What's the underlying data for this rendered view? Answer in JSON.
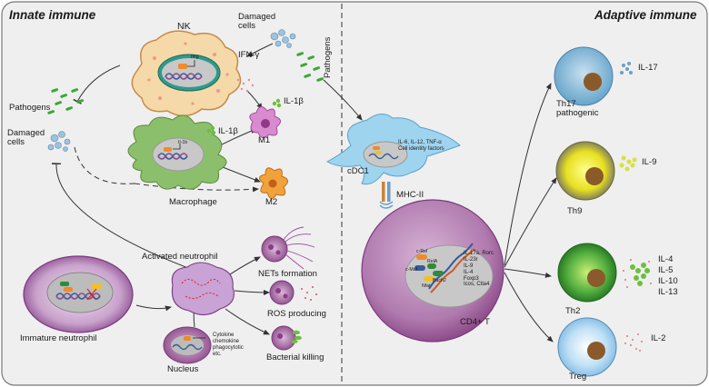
{
  "colors": {
    "background": "#efefef",
    "divider": "#555555",
    "nk_cell": "#f5d9a8",
    "macrophage": "#8cbf6c",
    "dendritic_cell": "#9fd4ef",
    "cd4_t_cell": "#a1619e",
    "neutrophil": "#b580b8",
    "m1": "#d98bd0",
    "m2": "#f0a33a",
    "th17": "#7fb8d8",
    "th9": "#f2ea3a",
    "th2": "#3a9a3a",
    "treg": "#a5d0ef",
    "nucleus": "#c8c8c8",
    "cytokine_green": "#6cbf3c",
    "cytokine_blue": "#6a9fc8",
    "cytokine_red": "#d9535f"
  },
  "icons": [
    "dna-icon",
    "cytokine-dots-icon",
    "pathogen-icon",
    "damaged-cell-icon",
    "arrow-icon",
    "inhibition-icon"
  ],
  "panels": {
    "innate": {
      "title": "Innate immune"
    },
    "adaptive": {
      "title": "Adaptive immune"
    }
  },
  "innate": {
    "nk": {
      "label": "NK",
      "gene": "Ifng"
    },
    "ifn_gamma": "IFN-γ",
    "damaged_cells_top": [
      "Damaged",
      "cells"
    ],
    "pathogens_top": "Pathogens",
    "pathogens_left": "Pathogens",
    "damaged_cells_left": [
      "Damaged",
      "cells"
    ],
    "il1b_right": "IL-1β",
    "il1b_mid": "IL-1β",
    "macrophage": {
      "label": "Macrophage",
      "gene": "Il-1b"
    },
    "m1": "M1",
    "m2": "M2",
    "activated_neutrophil": "Activated neutrophil",
    "immature_neutrophil": "Immature neutrophil",
    "nets_formation": "NETs formation",
    "ros_producing": "ROS producing",
    "bacterial_killing": "Bacterial killing",
    "nucleus": "Nucleus",
    "neutrophil_functions": [
      "Cytokine",
      "chemokine",
      "phagocytotic",
      "etc."
    ]
  },
  "adaptive": {
    "cdc1": {
      "label": "cDC1",
      "cytokines": [
        "IL-6, IL-12, TNF-α",
        "Cell identity factors"
      ]
    },
    "mhc": "MHC-II",
    "cd4": {
      "label": "CD4+ T",
      "tfs": [
        "c-Rel",
        "c-Maf",
        "RelA",
        "Bach2",
        "Nfat"
      ],
      "genes": [
        "IL-17a, Rorc",
        "IL-23r",
        "IL-9",
        "IL-4",
        "Foxp3",
        "Icos, Ctla4"
      ]
    },
    "th17": {
      "label": [
        "Th17",
        "pathogenic"
      ],
      "cytokine": "IL-17"
    },
    "th9": {
      "label": "Th9",
      "cytokine": "IL-9"
    },
    "th2": {
      "label": "Th2",
      "cytokines": [
        "IL-4",
        "IL-5",
        "IL-10",
        "IL-13"
      ]
    },
    "treg": {
      "label": "Treg",
      "cytokine": "IL-2"
    }
  }
}
